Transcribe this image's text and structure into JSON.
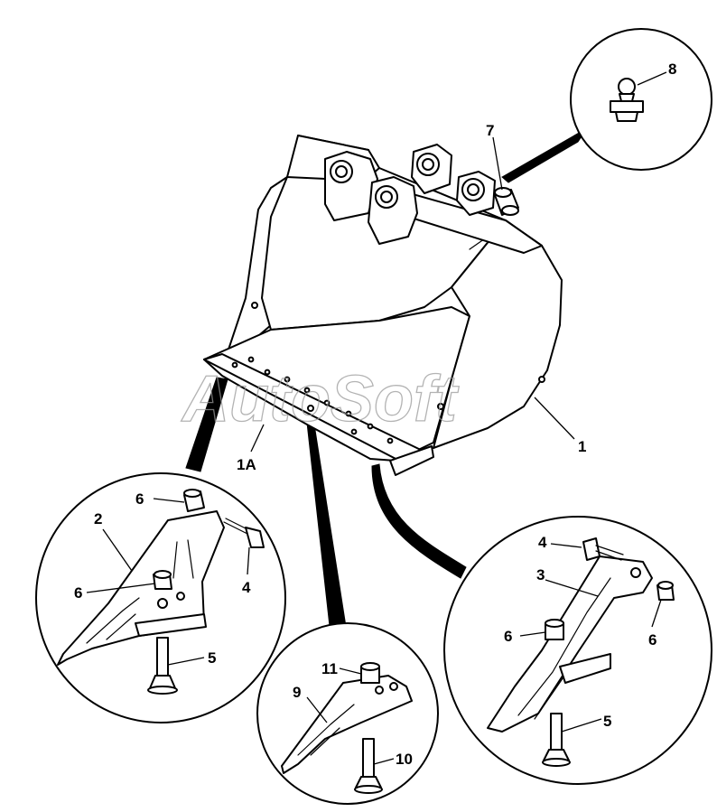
{
  "watermark": {
    "text": "AutoSoft"
  },
  "callouts": {
    "c1": "1",
    "c1a": "1A",
    "c2": "2",
    "c3": "3",
    "c4_left": "4",
    "c4_right": "4",
    "c5_left": "5",
    "c5_right": "5",
    "c6_left_top": "6",
    "c6_left_mid": "6",
    "c6_right_mid": "6",
    "c6_right_side": "6",
    "c7": "7",
    "c8": "8",
    "c9": "9",
    "c10": "10",
    "c11": "11"
  }
}
